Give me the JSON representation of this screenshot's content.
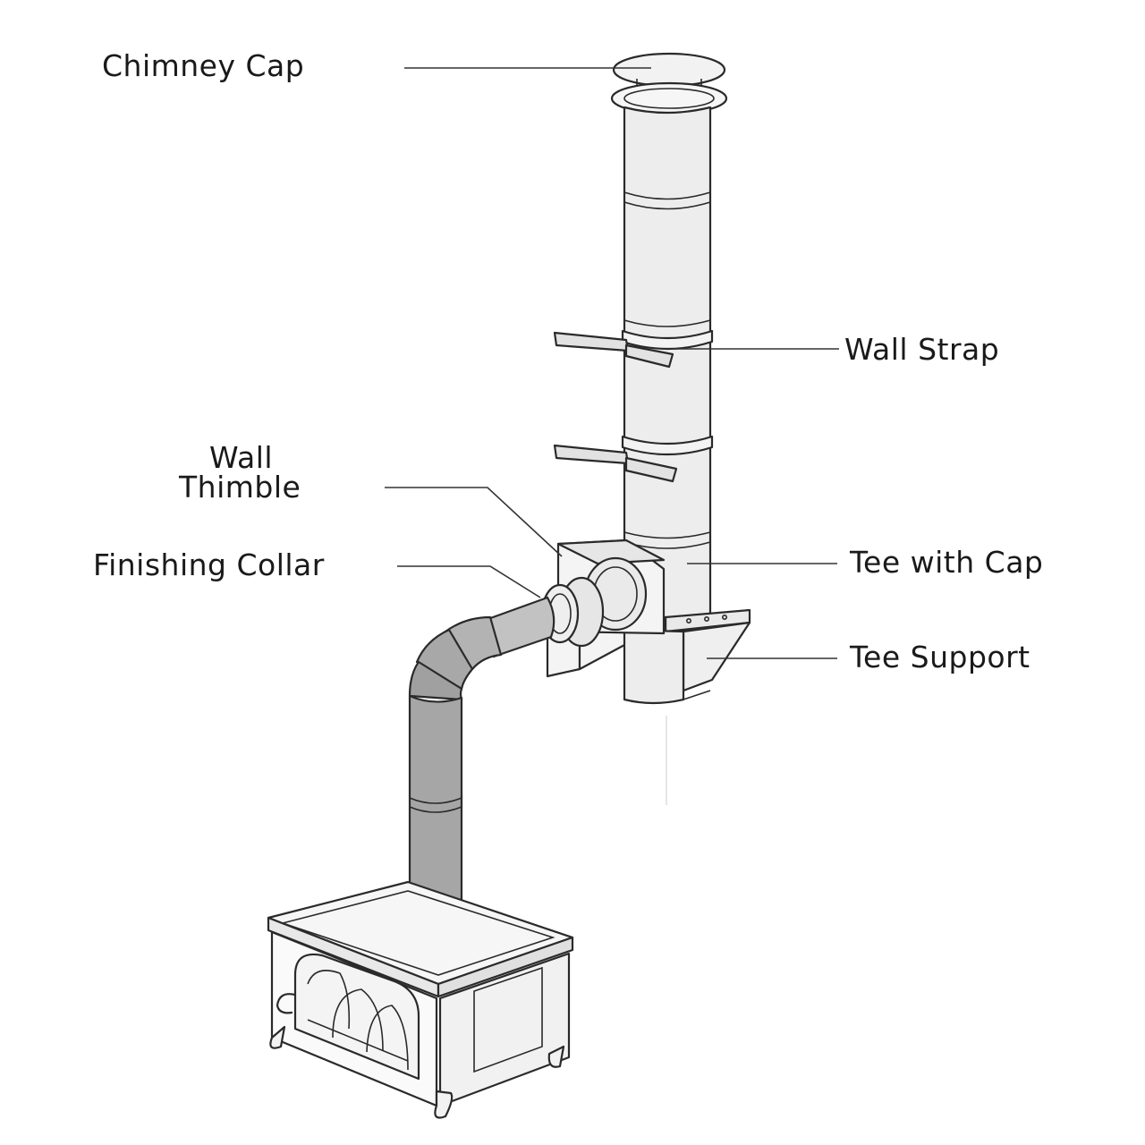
{
  "labels": {
    "chimney_cap": "Chimney Cap",
    "wall_strap": "Wall Strap",
    "wall_thimble_line1": "Wall",
    "wall_thimble_line2": "Thimble",
    "finishing_collar": "Finishing Collar",
    "tee_with_cap": "Tee with Cap",
    "tee_support": "Tee Support"
  },
  "colors": {
    "pipe_fill": "#ececec",
    "stove_pipe_fill": "#a8a8a8",
    "outline": "#2a2a2a",
    "background": "#ffffff"
  }
}
